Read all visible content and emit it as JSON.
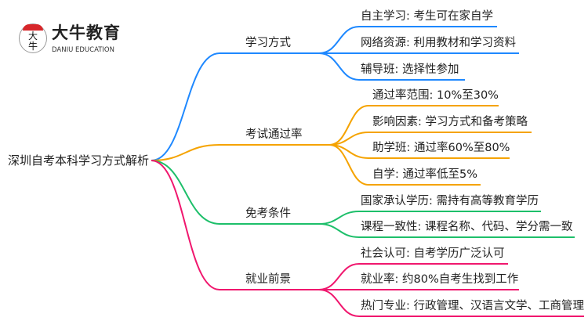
{
  "logo": {
    "name": "大牛教育",
    "subtitle": "DANIU EDUCATION",
    "glyph": "大牛"
  },
  "root": "深圳自考本科学习方式解析",
  "colors": {
    "blue": "#1e88ff",
    "orange": "#f5a300",
    "green": "#1dbf6a",
    "pink": "#f0176e"
  },
  "branches": [
    {
      "label": "学习方式",
      "color": "#1e88ff",
      "leaves": [
        "自主学习: 考生可在家自学",
        "网络资源: 利用教材和学习资料",
        "辅导班: 选择性参加"
      ]
    },
    {
      "label": "考试通过率",
      "color": "#f5a300",
      "leaves": [
        "通过率范围: 10%至30%",
        "影响因素: 学习方式和备考策略",
        "助学班: 通过率60%至80%",
        "自学: 通过率低至5%"
      ]
    },
    {
      "label": "免考条件",
      "color": "#1dbf6a",
      "leaves": [
        "国家承认学历: 需持有高等教育学历",
        "课程一致性: 课程名称、代码、学分需一致"
      ]
    },
    {
      "label": "就业前景",
      "color": "#f0176e",
      "leaves": [
        "社会认可: 自考学历广泛认可",
        "就业率: 约80%自考生找到工作",
        "热门专业: 行政管理、汉语言文学、工商管理"
      ]
    }
  ]
}
